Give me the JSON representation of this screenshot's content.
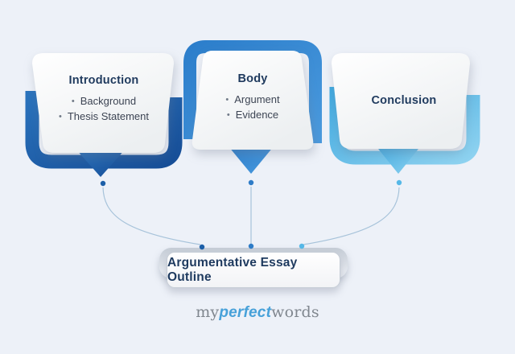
{
  "page": {
    "background_color": "#edf1f8"
  },
  "cards": [
    {
      "title": "Introduction",
      "bullets": [
        "Background",
        "Thesis Statement"
      ],
      "accent": "#2a73bd",
      "accent_dark": "#174e97"
    },
    {
      "title": "Body",
      "bullets": [
        "Argument",
        "Evidence"
      ],
      "accent": "#4a9ade",
      "accent_dark": "#2c7ecb"
    },
    {
      "title": "Conclusion",
      "bullets": [],
      "accent": "#8ed2f0",
      "accent_dark": "#3fa9e0"
    }
  ],
  "outline_box": {
    "label": "Argumentative Essay Outline",
    "text_color": "#1e3a5f"
  },
  "connectors": {
    "line_color": "#a7c3da",
    "dot_colors": [
      "#1c5fa8",
      "#2e7cc7",
      "#56b8e7"
    ]
  },
  "logo": {
    "prefix": "my",
    "highlight": "perfect",
    "suffix": "words",
    "highlight_color": "#47a1d9",
    "base_color": "#80878f"
  }
}
